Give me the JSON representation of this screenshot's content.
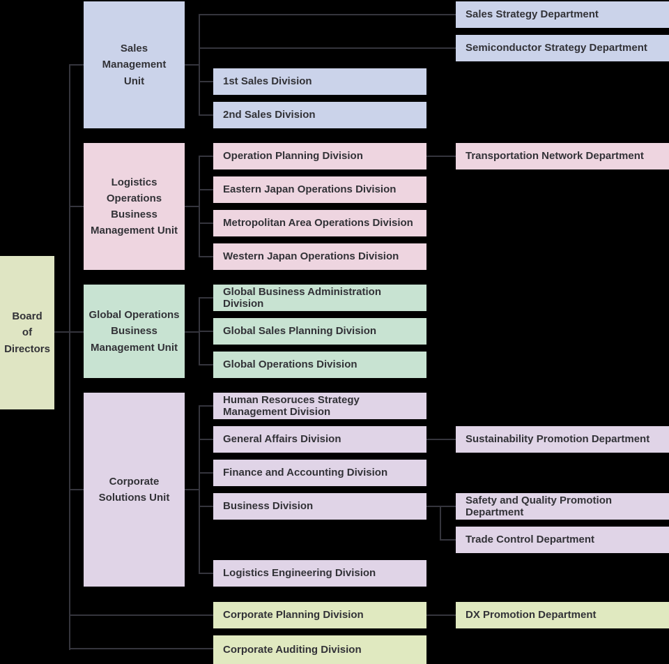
{
  "title": "Organization Chart",
  "colors": {
    "background": "#000000",
    "line": "#35353d",
    "text": "#323237",
    "board": "#dfe5c3",
    "sales": "#cbd3ea",
    "logistics": "#eed5e0",
    "global": "#c8e3d2",
    "corporate": "#e0d4e7",
    "bottom": "#e0e9c0"
  },
  "nodes": {
    "board": {
      "label": "Board\nof\nDirectors"
    },
    "sales_unit": {
      "label": "Sales\nManagement\nUnit"
    },
    "sales_strategy": {
      "label": "Sales Strategy Department"
    },
    "semiconductor_strategy": {
      "label": "Semiconductor Strategy Department"
    },
    "first_sales": {
      "label": "1st Sales Division"
    },
    "second_sales": {
      "label": "2nd Sales Division"
    },
    "logistics_unit": {
      "label": "Logistics\nOperations\nBusiness\nManagement Unit"
    },
    "operation_planning": {
      "label": "Operation Planning Division"
    },
    "transportation_network": {
      "label": "Transportation Network Department"
    },
    "eastern_japan": {
      "label": "Eastern Japan Operations Division"
    },
    "metropolitan_area": {
      "label": "Metropolitan Area Operations Division"
    },
    "western_japan": {
      "label": "Western Japan Operations Division"
    },
    "global_unit": {
      "label": "Global Operations\nBusiness\nManagement Unit"
    },
    "global_business_admin": {
      "label": "Global Business Administration Division"
    },
    "global_sales_planning": {
      "label": "Global Sales Planning Division"
    },
    "global_operations": {
      "label": "Global Operations Division"
    },
    "corporate_unit": {
      "label": "Corporate\nSolutions Unit"
    },
    "hr_strategy": {
      "label": "Human Resoruces Strategy Management Division"
    },
    "general_affairs": {
      "label": "General Affairs Division"
    },
    "sustainability": {
      "label": "Sustainability Promotion Department"
    },
    "finance_accounting": {
      "label": "Finance and Accounting Division"
    },
    "business_division": {
      "label": "Business Division"
    },
    "safety_quality": {
      "label": "Safety and Quality Promotion Department"
    },
    "trade_control": {
      "label": "Trade Control Department"
    },
    "logistics_engineering": {
      "label": "Logistics Engineering Division"
    },
    "corporate_planning": {
      "label": "Corporate Planning Division"
    },
    "dx_promotion": {
      "label": "DX Promotion Department"
    },
    "corporate_auditing": {
      "label": "Corporate Auditing Division"
    }
  }
}
